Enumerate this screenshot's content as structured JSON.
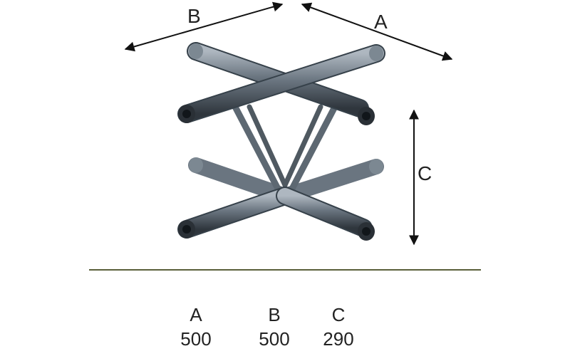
{
  "dimension_labels": {
    "a": "A",
    "b": "B",
    "c": "C"
  },
  "table": {
    "columns": [
      {
        "header": "A",
        "value": "500"
      },
      {
        "header": "B",
        "value": "500"
      },
      {
        "header": "C",
        "value": "290"
      }
    ]
  },
  "colors": {
    "truss": "#5a6570",
    "truss_light": "#9aa4ae",
    "truss_dark": "#2e353c",
    "ground_line": "#5a5f3a",
    "arrow": "#111111"
  }
}
